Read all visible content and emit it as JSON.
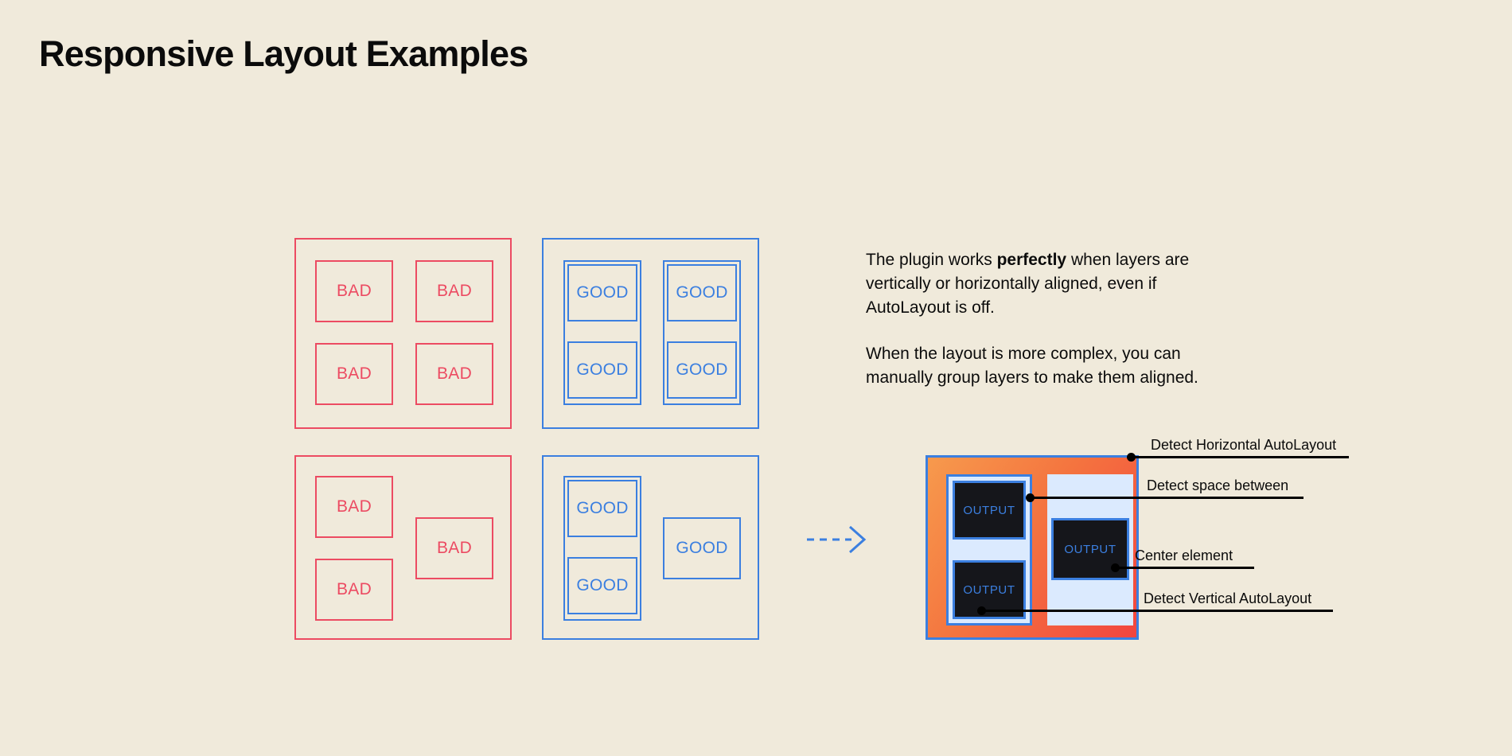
{
  "page": {
    "title": "Responsive Layout Examples",
    "background_color": "#f0eadb",
    "bad_color": "#ec4b62",
    "good_color": "#3b7fe0",
    "text_color": "#0b0b0b"
  },
  "labels": {
    "bad": "BAD",
    "good": "GOOD",
    "output": "OUTPUT"
  },
  "examples": {
    "bad_grid": {
      "caption": "BAD",
      "cells": [
        {
          "label": "BAD"
        },
        {
          "label": "BAD"
        },
        {
          "label": "BAD"
        },
        {
          "label": "BAD"
        }
      ]
    },
    "good_grid": {
      "caption": "GOOD",
      "groups": [
        {
          "cells": [
            {
              "label": "GOOD"
            },
            {
              "label": "GOOD"
            }
          ]
        },
        {
          "cells": [
            {
              "label": "GOOD"
            },
            {
              "label": "GOOD"
            }
          ]
        }
      ]
    },
    "bad_complex": {
      "caption": "BAD",
      "cells": [
        {
          "label": "BAD"
        },
        {
          "label": "BAD"
        },
        {
          "label": "BAD"
        }
      ]
    },
    "good_complex": {
      "caption": "GOOD",
      "group": {
        "cells": [
          {
            "label": "GOOD"
          },
          {
            "label": "GOOD"
          }
        ]
      },
      "single": {
        "label": "GOOD"
      }
    }
  },
  "arrow": {
    "name": "dashed-right-arrow",
    "color": "#3b7fe0"
  },
  "copy": {
    "paragraph1_a": "The plugin works ",
    "paragraph1_bold": "perfectly",
    "paragraph1_b": " when layers are vertically or horizontally aligned, even if AutoLayout is off.",
    "paragraph2": "When the layout is more complex, you can manually group layers to make them aligned."
  },
  "preview": {
    "gradient_from": "#f79a4d",
    "gradient_to": "#f2453f",
    "border_color": "#3b7fe0",
    "panel_color": "#dbeafe",
    "output_bg": "#15161b",
    "outputs": [
      {
        "label": "OUTPUT"
      },
      {
        "label": "OUTPUT"
      },
      {
        "label": "OUTPUT"
      }
    ]
  },
  "annotations": [
    {
      "id": "detect-horizontal-autolayout",
      "label": "Detect Horizontal AutoLayout"
    },
    {
      "id": "detect-space-between",
      "label": "Detect space between"
    },
    {
      "id": "center-element",
      "label": "Center element"
    },
    {
      "id": "detect-vertical-autolayout",
      "label": "Detect Vertical AutoLayout"
    }
  ]
}
